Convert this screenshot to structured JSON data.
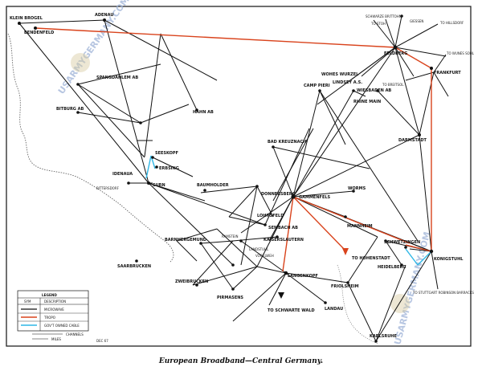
{
  "caption": "European Broadband—Central Germany.",
  "watermark": "USARMYGERMANY.COM",
  "colors": {
    "microwave": "#111111",
    "tropo": "#d9431c",
    "govt_cable": "#2fb7e6",
    "border": "#555555",
    "frame": "#222222"
  },
  "legend": {
    "title": "LEGEND",
    "header_sym": "SYM",
    "header_desc": "DESCRIPTION",
    "items": [
      {
        "label": "MICROWAVE",
        "kind": "microwave"
      },
      {
        "label": "TROPO",
        "kind": "tropo"
      },
      {
        "label": "GOV'T OWNED CABLE",
        "kind": "govt_cable"
      }
    ],
    "channels_label": "CHANNELS",
    "miles_label": "MILES"
  },
  "date_mark": "DEC 67",
  "sites": [
    {
      "name": "KLEIN BROGEL"
    },
    {
      "name": "BENDENFELD"
    },
    {
      "name": "ADENAU"
    },
    {
      "name": "SCHWARZE BRITTOHN"
    },
    {
      "name": "GIESSEN"
    },
    {
      "name": "TO STOH"
    },
    {
      "name": "TO HILLSDORF"
    },
    {
      "name": "FELDBERG"
    },
    {
      "name": "TO WUNES SOHL"
    },
    {
      "name": "FRANKFURT"
    },
    {
      "name": "TO BREITSOL"
    },
    {
      "name": "WOHES WURZEL"
    },
    {
      "name": "LINDSEY A.S."
    },
    {
      "name": "WIESBADEN AB"
    },
    {
      "name": "RHINE MAIN"
    },
    {
      "name": "CAMP PIERI"
    },
    {
      "name": "DARMSTADT"
    },
    {
      "name": "SPANGDAHLEM AB"
    },
    {
      "name": "BITBURG AB"
    },
    {
      "name": "HAHN AB"
    },
    {
      "name": "BAD KREUZNACH"
    },
    {
      "name": "SEESKOPF"
    },
    {
      "name": "ERBSING"
    },
    {
      "name": "IDENAUA"
    },
    {
      "name": "BITTERSDORF"
    },
    {
      "name": "SURN"
    },
    {
      "name": "BAUMHOLDER"
    },
    {
      "name": "DONNERSBERG"
    },
    {
      "name": "GAMMENFELS"
    },
    {
      "name": "WORMS"
    },
    {
      "name": "MANNHEIM"
    },
    {
      "name": "LOHNSFELD"
    },
    {
      "name": "SEMBACH AB"
    },
    {
      "name": "KAISERSLAUTERN"
    },
    {
      "name": "RAMSTEIN"
    },
    {
      "name": "LANDSTUHL"
    },
    {
      "name": "VOGELWEH"
    },
    {
      "name": "BARNHERGEMUND"
    },
    {
      "name": "ZWEIBRUCKEN"
    },
    {
      "name": "PIRMASENS"
    },
    {
      "name": "LANGENKOPF"
    },
    {
      "name": "TO SCHWARTE WALD"
    },
    {
      "name": "TO HOHENSTADT"
    },
    {
      "name": "HEIDELBERG"
    },
    {
      "name": "SCHWETZINGEN"
    },
    {
      "name": "KONIGSTUHL"
    },
    {
      "name": "FRIOLSHEIM"
    },
    {
      "name": "LANDAU"
    },
    {
      "name": "KARLSRUHE"
    },
    {
      "name": "SAARBRUCKEN"
    },
    {
      "name": "TO STUTTGART ROBINSON BARRACKS"
    }
  ]
}
